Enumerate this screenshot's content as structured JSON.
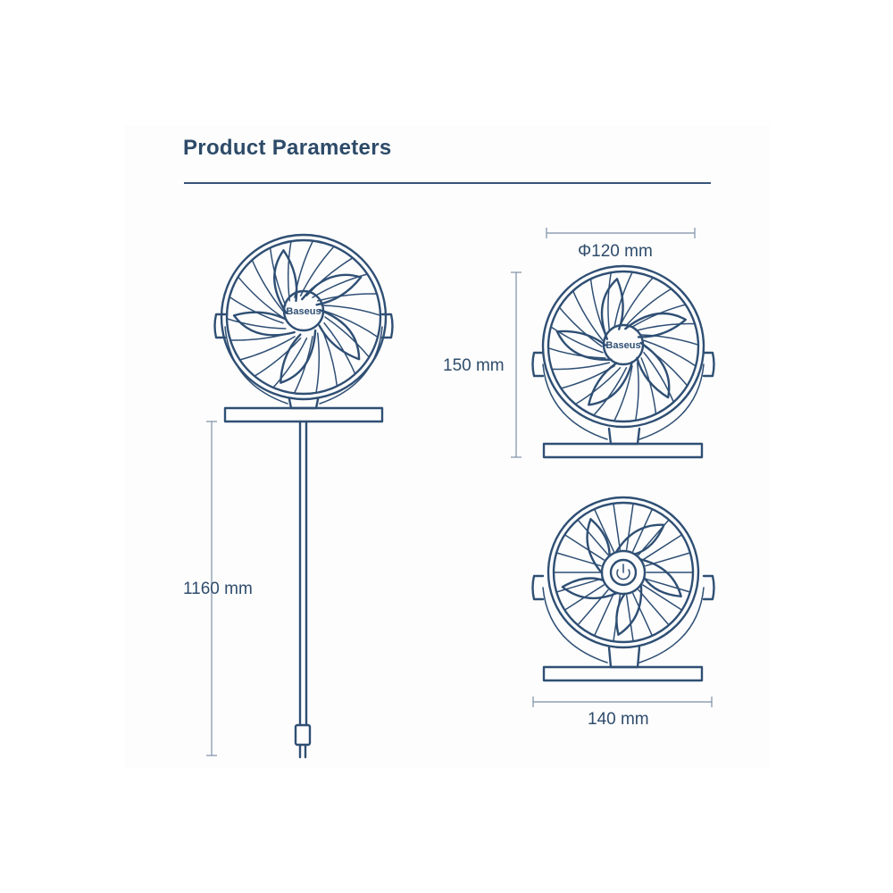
{
  "header": {
    "title": "Product Parameters"
  },
  "dimensions": {
    "diameter": "Φ120 mm",
    "height": "150 mm",
    "cable_length": "1160 mm",
    "width": "140 mm"
  },
  "brand": {
    "logo_text": "Baseus"
  },
  "colors": {
    "title": "#2d4a68",
    "line_art": "#2f4f74",
    "dimension_line": "#7d90a6",
    "background": "#ffffff"
  },
  "views": [
    "front-with-cable",
    "front",
    "back"
  ]
}
